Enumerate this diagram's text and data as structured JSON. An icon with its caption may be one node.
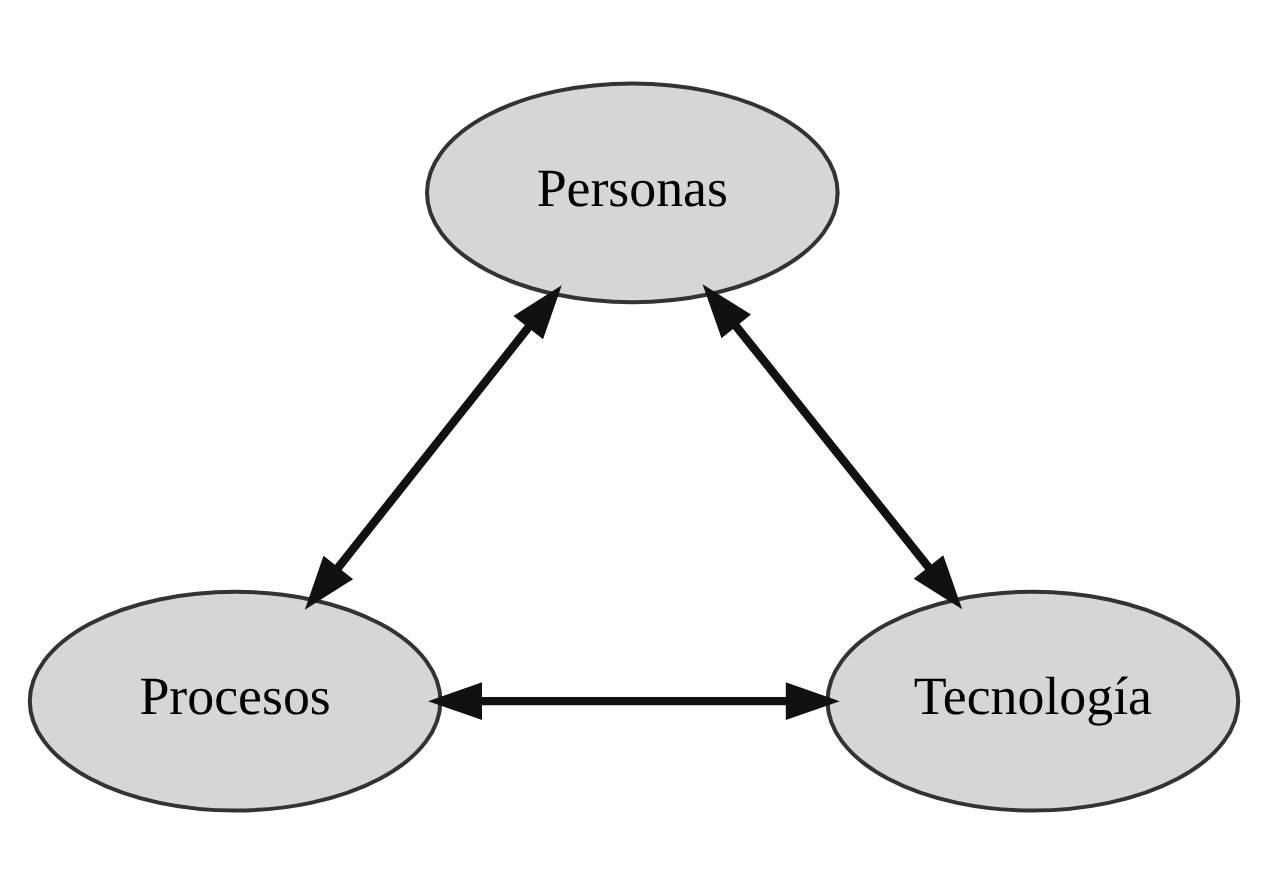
{
  "diagram": {
    "nodes": [
      {
        "text": [
          "Personas"
        ]
      },
      {
        "text": [
          "Procesos"
        ]
      },
      {
        "text": [
          "Tecnología"
        ]
      }
    ],
    "edges": [
      {
        "from": 1,
        "to": 0,
        "arrow": "both"
      },
      {
        "from": 0,
        "to": 2,
        "arrow": "both"
      },
      {
        "from": 1,
        "to": 2,
        "arrow": "both"
      }
    ]
  }
}
